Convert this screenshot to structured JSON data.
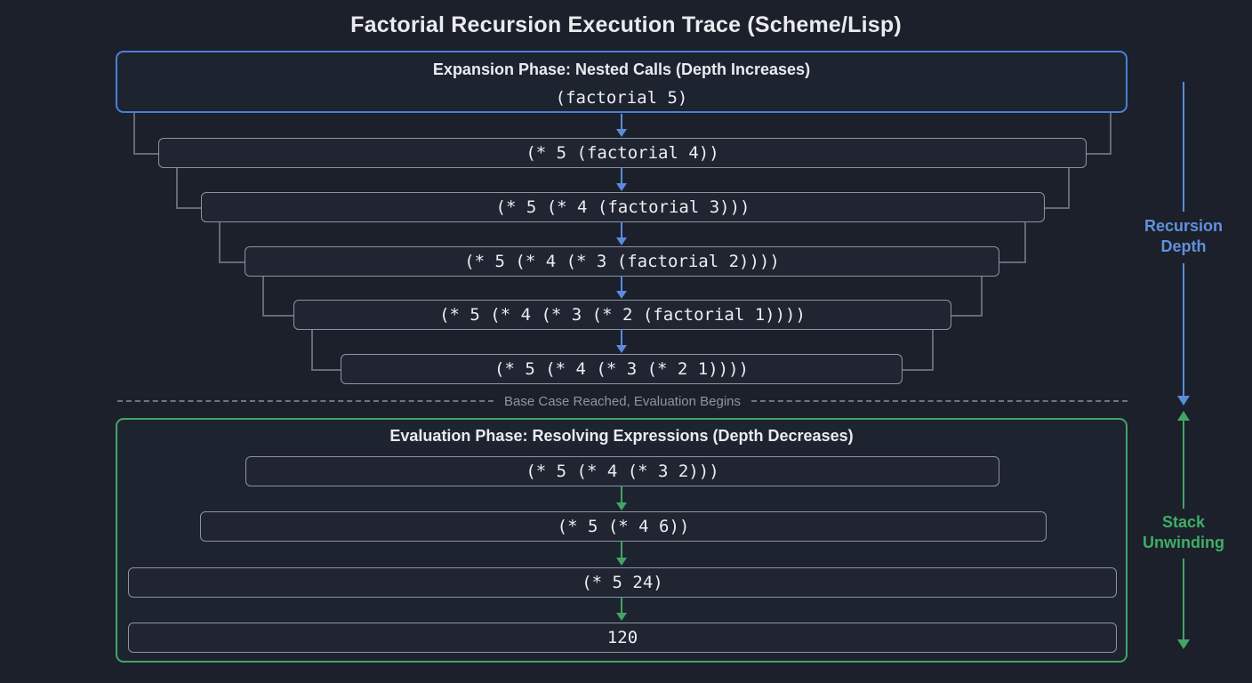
{
  "title": "Factorial Recursion Execution Trace (Scheme/Lisp)",
  "expansion_phase": {
    "header": "Expansion Phase: Nested Calls (Depth Increases)",
    "root_call": "(factorial 5)",
    "nested_calls": [
      "(* 5 (factorial 4))",
      "(* 5 (* 4 (factorial 3)))",
      "(* 5 (* 4 (* 3 (factorial 2))))",
      "(* 5 (* 4 (* 3 (* 2 (factorial 1))))",
      "(* 5 (* 4 (* 3 (* 2 1))))"
    ]
  },
  "divider_label": "Base Case Reached, Evaluation Begins",
  "evaluation_phase": {
    "header": "Evaluation Phase: Resolving Expressions (Depth Decreases)",
    "steps": [
      "(* 5 (* 4 (* 3 2)))",
      "(* 5 (* 4 6))",
      "(* 5 24)",
      "120"
    ]
  },
  "side_annotations": {
    "recursion_depth": "Recursion Depth",
    "stack_unwinding": "Stack Unwinding"
  },
  "colors": {
    "background": "#1b202b",
    "expansion_accent": "#4a80d8",
    "evaluation_accent": "#42a564",
    "flow_arrow_blue": "#5b8bdb",
    "flow_arrow_green": "#42a564",
    "node_border": "#8b94a2",
    "connector": "#626b78",
    "divider_text": "#8f96a0"
  }
}
